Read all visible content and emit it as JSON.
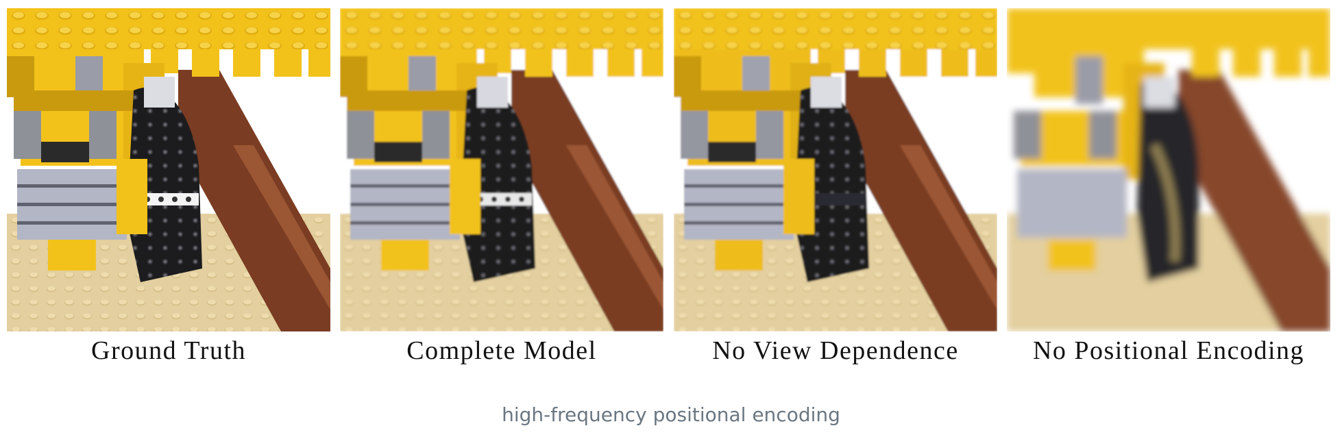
{
  "panels": [
    {
      "label": "Ground Truth",
      "variant": "sharp"
    },
    {
      "label": "Complete Model",
      "variant": "sharp"
    },
    {
      "label": "No View Dependence",
      "variant": "dull"
    },
    {
      "label": "No Positional Encoding",
      "variant": "blurry"
    }
  ],
  "caption": "high-frequency positional encoding",
  "colors": {
    "lego_yellow": "#f2c21b",
    "lego_dark_yellow": "#c99a0e",
    "lego_gray": "#b3b6c4",
    "lego_brown": "#7a3c22",
    "lego_tan": "#e3cf9f",
    "tread_black": "#1c1c1f",
    "caption_gray": "#6a7681"
  }
}
